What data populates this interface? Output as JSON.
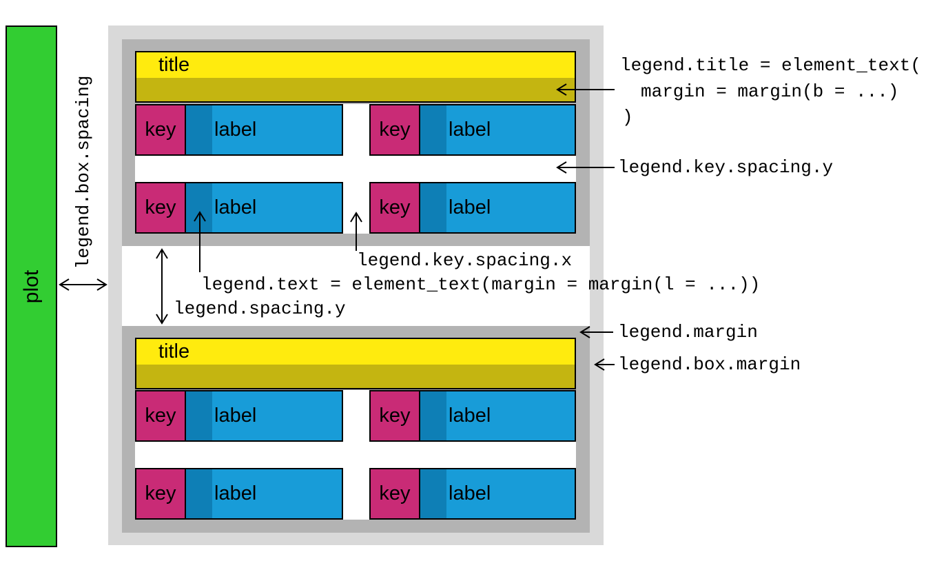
{
  "diagram": {
    "plot_label": "plot",
    "legend_title": "title",
    "key_label": "key",
    "label_label": "label"
  },
  "annotations": {
    "box_spacing": "legend.box.spacing",
    "title_line1": "legend.title = element_text(",
    "title_line2": "margin = margin(b = ...)",
    "title_line3": ")",
    "key_spacing_y": "legend.key.spacing.y",
    "key_spacing_x": "legend.key.spacing.x",
    "text_margin": "legend.text = element_text(margin = margin(l = ...))",
    "spacing_y": "legend.spacing.y",
    "margin": "legend.margin",
    "box_margin": "legend.box.margin"
  },
  "colors": {
    "plot_green": "#32CD32",
    "box_gray": "#D9D9D9",
    "legend_gray": "#B3B3B3",
    "title_yellow": "#FFEB0E",
    "title_margin_olive": "#C4B511",
    "key_magenta": "#C92B76",
    "label_blue": "#189CD8",
    "text_margin_blue": "#0E7FB6"
  }
}
